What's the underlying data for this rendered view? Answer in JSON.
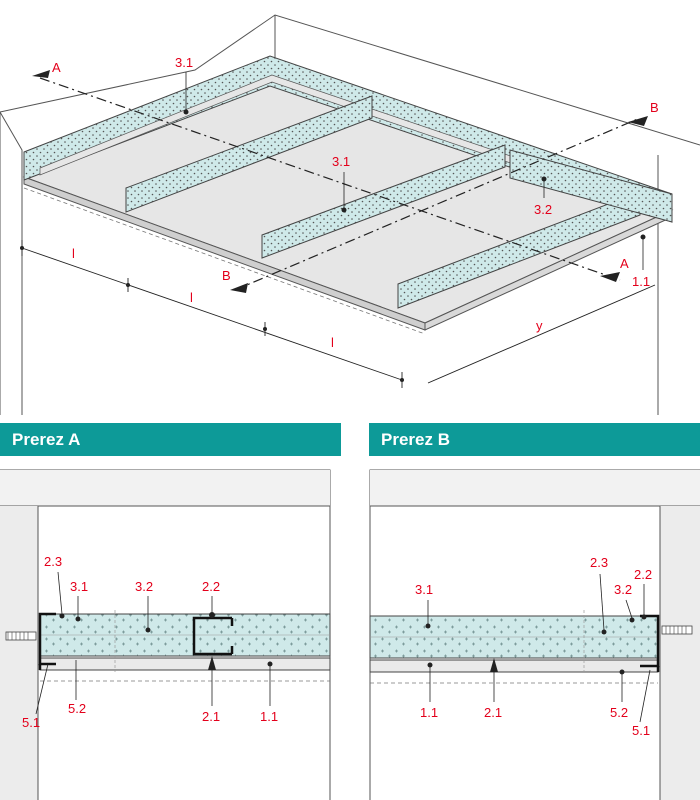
{
  "sections": {
    "a_title": "Prerez A",
    "b_title": "Prerez B"
  },
  "iso": {
    "labels": {
      "board_top_left": "3.1",
      "board_center": "3.1",
      "side_channel": "3.2",
      "board_bottom": "1.1"
    },
    "cut_markers": {
      "a_start": "A",
      "a_end": "A",
      "b_start": "B",
      "b_end": "B"
    },
    "dimensions": {
      "span_1": "l",
      "span_2": "l",
      "span_3": "l",
      "width": "y"
    }
  },
  "section_a": {
    "labels": {
      "l23": "2.3",
      "l31": "3.1",
      "l32": "3.2",
      "l22": "2.2",
      "l52": "5.2",
      "l51": "5.1",
      "l21": "2.1",
      "l11": "1.1"
    }
  },
  "section_b": {
    "labels": {
      "l31": "3.1",
      "l23": "2.3",
      "l22": "2.2",
      "l32": "3.2",
      "l11": "1.1",
      "l21": "2.1",
      "l52": "5.2",
      "l51": "5.1"
    }
  },
  "colors": {
    "accent": "#0d9a98",
    "label": "#e3001b",
    "board_fill": "#cfe9e9",
    "slab": "#e6e6e6",
    "line": "#333333"
  }
}
